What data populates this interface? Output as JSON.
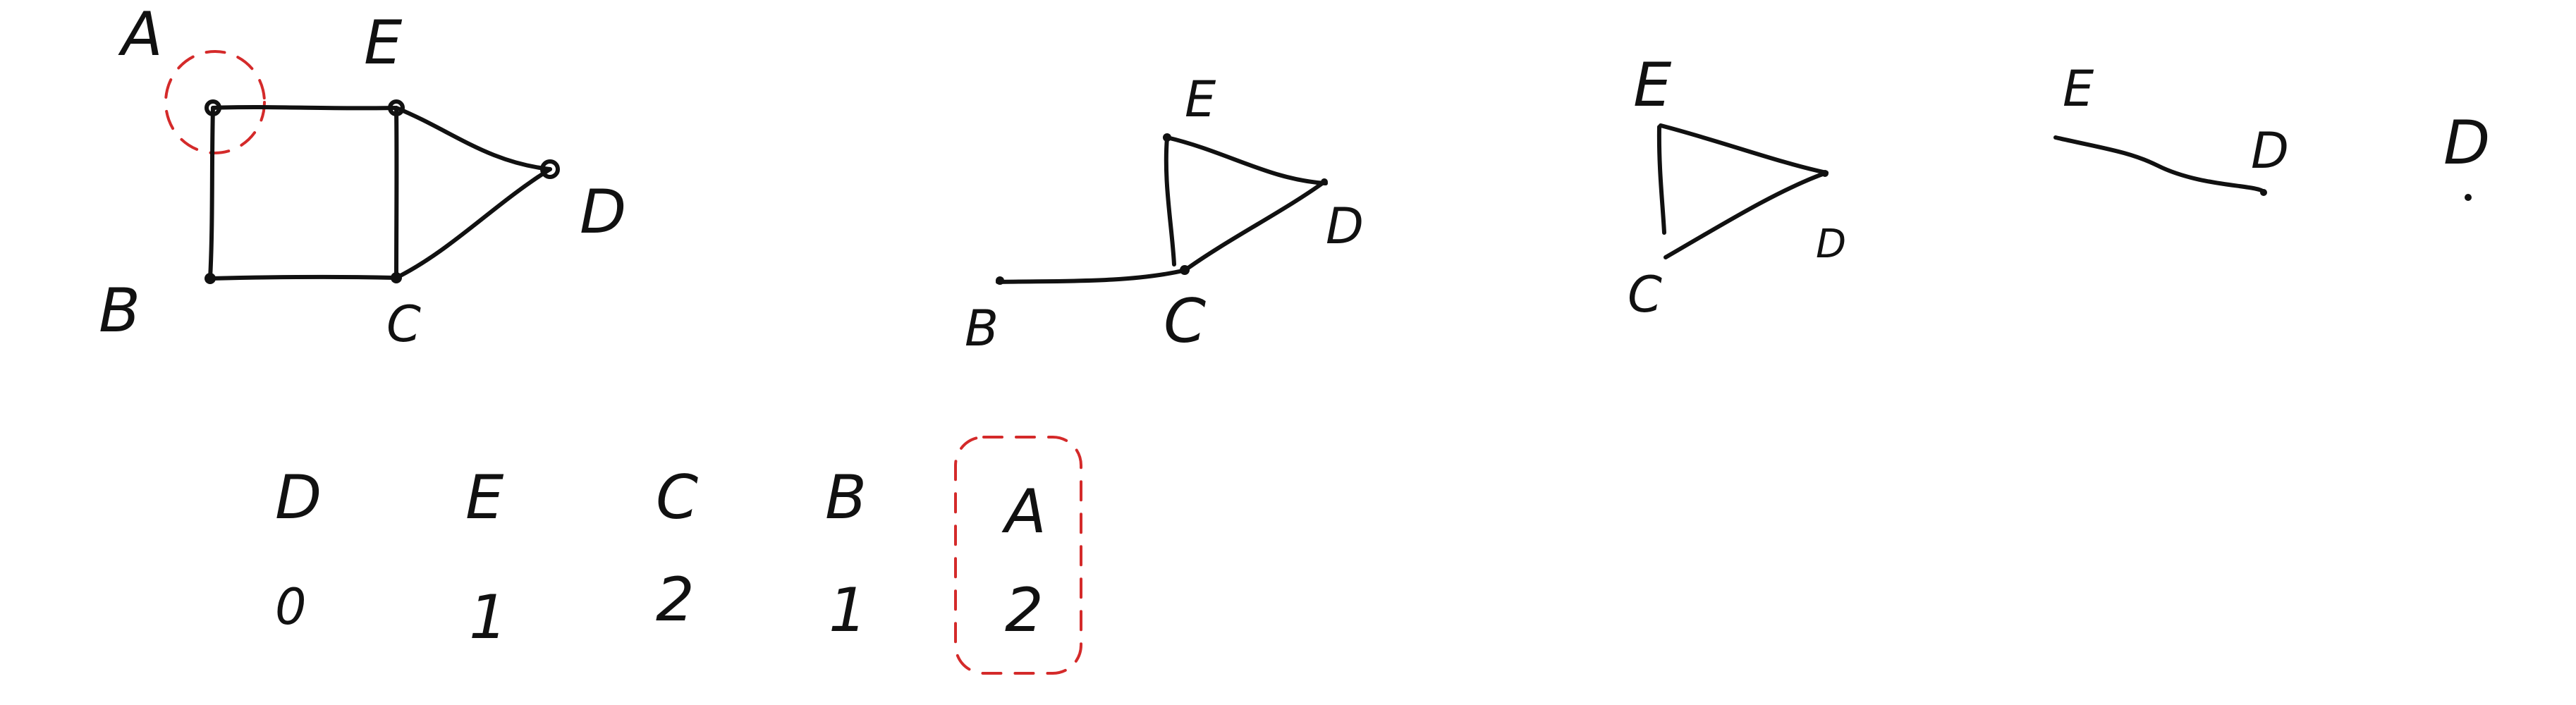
{
  "colors": {
    "ink": "#111111",
    "highlight": "#d42a2a",
    "background": "#ffffff"
  },
  "graph1": {
    "vertices": [
      "A",
      "E",
      "D",
      "B",
      "C"
    ],
    "edges": [
      [
        "A",
        "E"
      ],
      [
        "A",
        "B"
      ],
      [
        "B",
        "C"
      ],
      [
        "E",
        "C"
      ],
      [
        "E",
        "D"
      ],
      [
        "C",
        "D"
      ]
    ],
    "highlighted_vertex": "A"
  },
  "graph2": {
    "vertices": [
      "E",
      "D",
      "C",
      "B"
    ],
    "edges": [
      [
        "E",
        "C"
      ],
      [
        "E",
        "D"
      ],
      [
        "C",
        "D"
      ],
      [
        "B",
        "C"
      ]
    ]
  },
  "graph3": {
    "vertices": [
      "E",
      "D",
      "C"
    ],
    "edges": [
      [
        "E",
        "C"
      ],
      [
        "E",
        "D"
      ],
      [
        "C",
        "D"
      ]
    ]
  },
  "graph4": {
    "vertices": [
      "E",
      "D"
    ],
    "edges": [
      [
        "E",
        "D"
      ]
    ]
  },
  "graph5": {
    "vertices": [
      "D"
    ],
    "edges": []
  },
  "order_table": {
    "vertices": [
      "D",
      "E",
      "C",
      "B",
      "A"
    ],
    "values": [
      "0",
      "1",
      "2",
      "1",
      "2"
    ],
    "highlighted_column": "A"
  }
}
